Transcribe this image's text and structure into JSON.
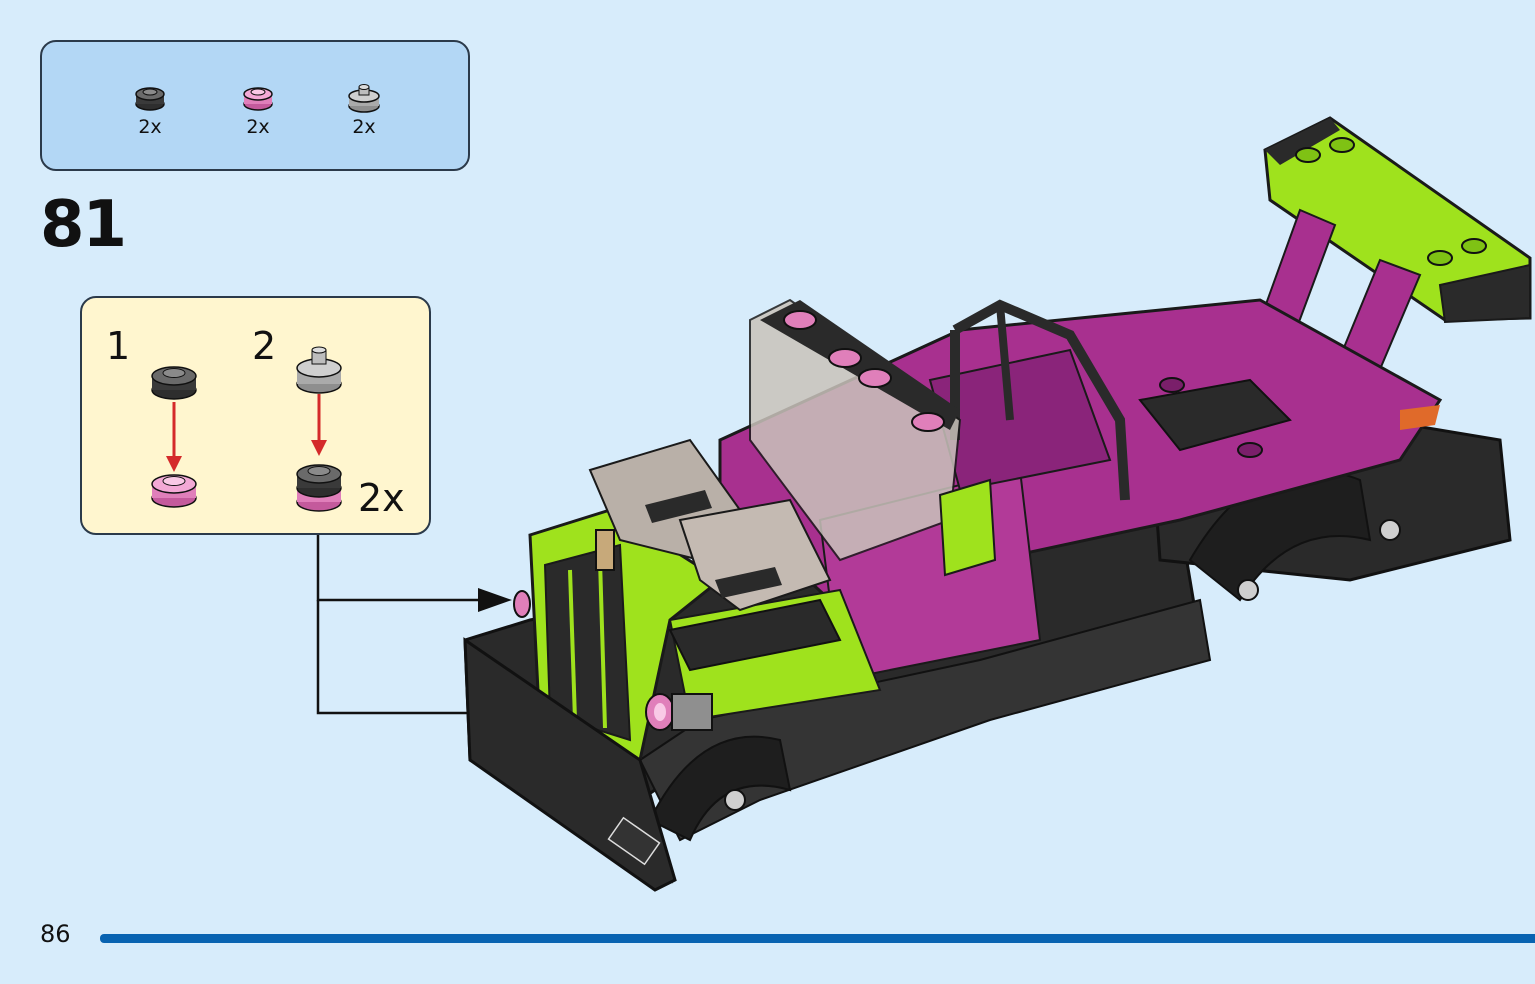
{
  "parts_list": {
    "items": [
      {
        "qty": "2x",
        "color": "#3a3a3a",
        "icon": "round-plate-dark-gray-icon"
      },
      {
        "qty": "2x",
        "color": "#e67fbf",
        "icon": "round-plate-pink-icon"
      },
      {
        "qty": "2x",
        "color": "#a8a8a8",
        "icon": "round-cone-light-gray-icon"
      }
    ]
  },
  "step": {
    "number": "81"
  },
  "sub_step": {
    "items": [
      {
        "number": "1"
      },
      {
        "number": "2"
      }
    ],
    "multiplier": "2x"
  },
  "footer": {
    "page_number": "86"
  },
  "colors": {
    "background": "#d7ecfb",
    "parts_box": "#b3d7f5",
    "sub_box": "#fff6cf",
    "rule": "#0863b1",
    "lime": "#9fe21d",
    "magenta": "#a8308f",
    "black": "#2a2a2a"
  }
}
